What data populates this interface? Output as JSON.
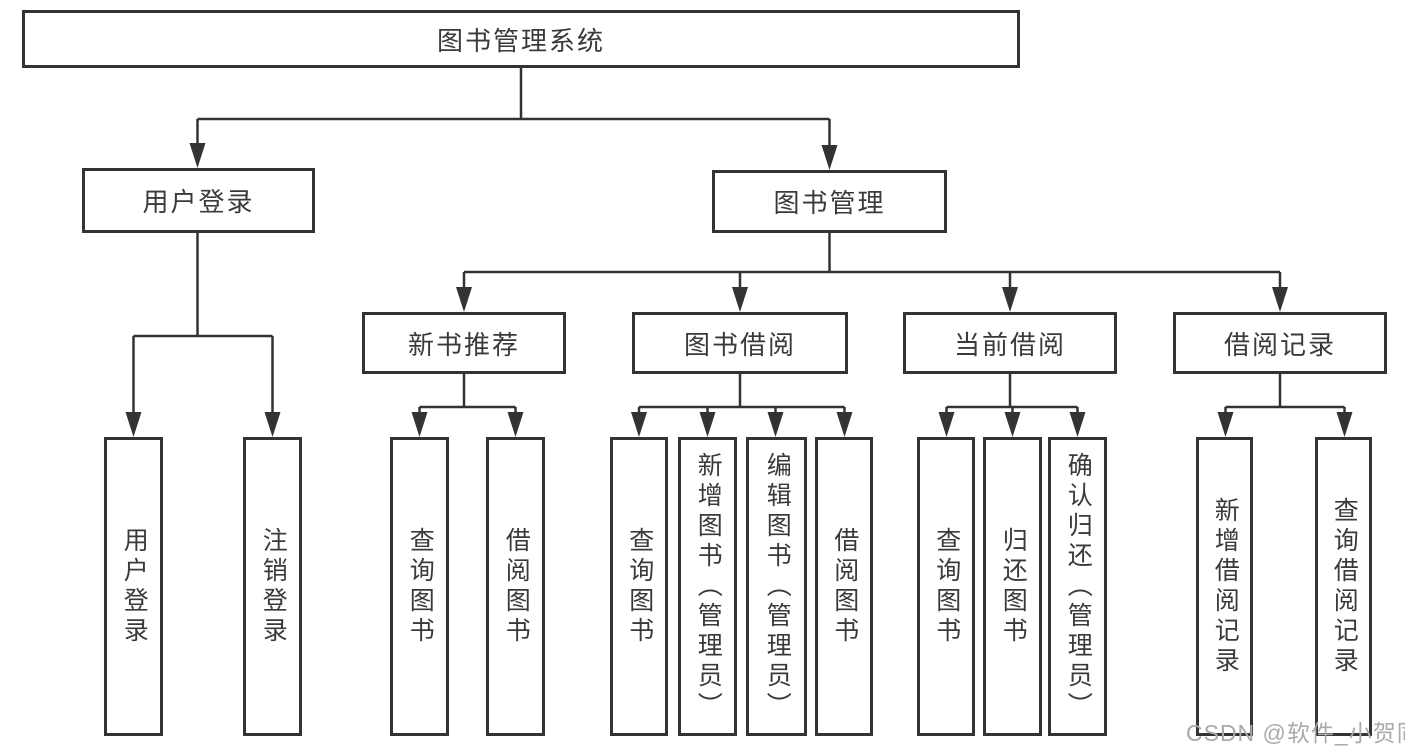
{
  "tree": {
    "root": {
      "label": "图书管理系统"
    },
    "children": [
      {
        "label": "用户登录",
        "children": [
          {
            "label": "用户登录"
          },
          {
            "label": "注销登录"
          }
        ]
      },
      {
        "label": "图书管理",
        "children": [
          {
            "label": "新书推荐",
            "children": [
              {
                "label": "查询图书"
              },
              {
                "label": "借阅图书"
              }
            ]
          },
          {
            "label": "图书借阅",
            "children": [
              {
                "label": "查询图书"
              },
              {
                "label": "新增图书（管理员）"
              },
              {
                "label": "编辑图书（管理员）"
              },
              {
                "label": "借阅图书"
              }
            ]
          },
          {
            "label": "当前借阅",
            "children": [
              {
                "label": "查询图书"
              },
              {
                "label": "归还图书"
              },
              {
                "label": "确认归还（管理员）"
              }
            ]
          },
          {
            "label": "借阅记录",
            "children": [
              {
                "label": "新增借阅记录"
              },
              {
                "label": "查询借阅记录"
              }
            ]
          }
        ]
      }
    ]
  },
  "watermark": {
    "text": "CSDN @软件_小贺同学"
  },
  "colors": {
    "line": "#333333",
    "text": "#3a3a3a",
    "box_fill": "#ffffff",
    "watermark": "#aaaaaa"
  }
}
